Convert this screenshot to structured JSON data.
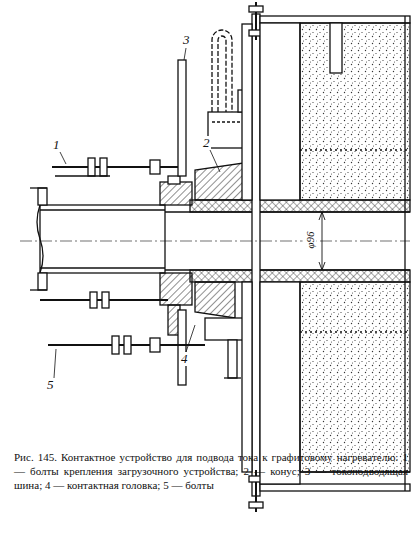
{
  "diagram": {
    "caption": "Рис. 145. Контактное устройство для подвода тока к графитовому нагревателю: 1 — болты крепления загрузочного устройства; 2 — конус; 3 — токоподводящая шина; 4 — контактная головка; 5 — болты",
    "labels": [
      "1",
      "2",
      "3",
      "4",
      "5",
      "φ96"
    ]
  }
}
